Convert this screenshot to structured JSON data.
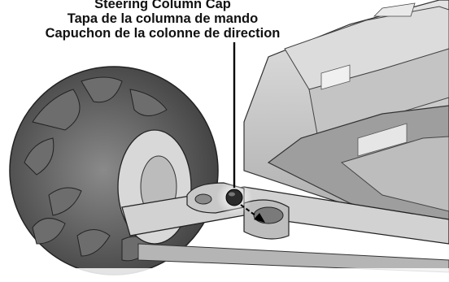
{
  "callout": {
    "english": "Steering Column Cap",
    "spanish": "Tapa de la columna de mando",
    "french": "Capuchon de la colonne de direction"
  },
  "colors": {
    "line_art": "#1a1a1a",
    "body_gray": "#cfcfcf",
    "tire_dark": "#5a5a5a",
    "cap_dark": "#2b2b2b"
  }
}
